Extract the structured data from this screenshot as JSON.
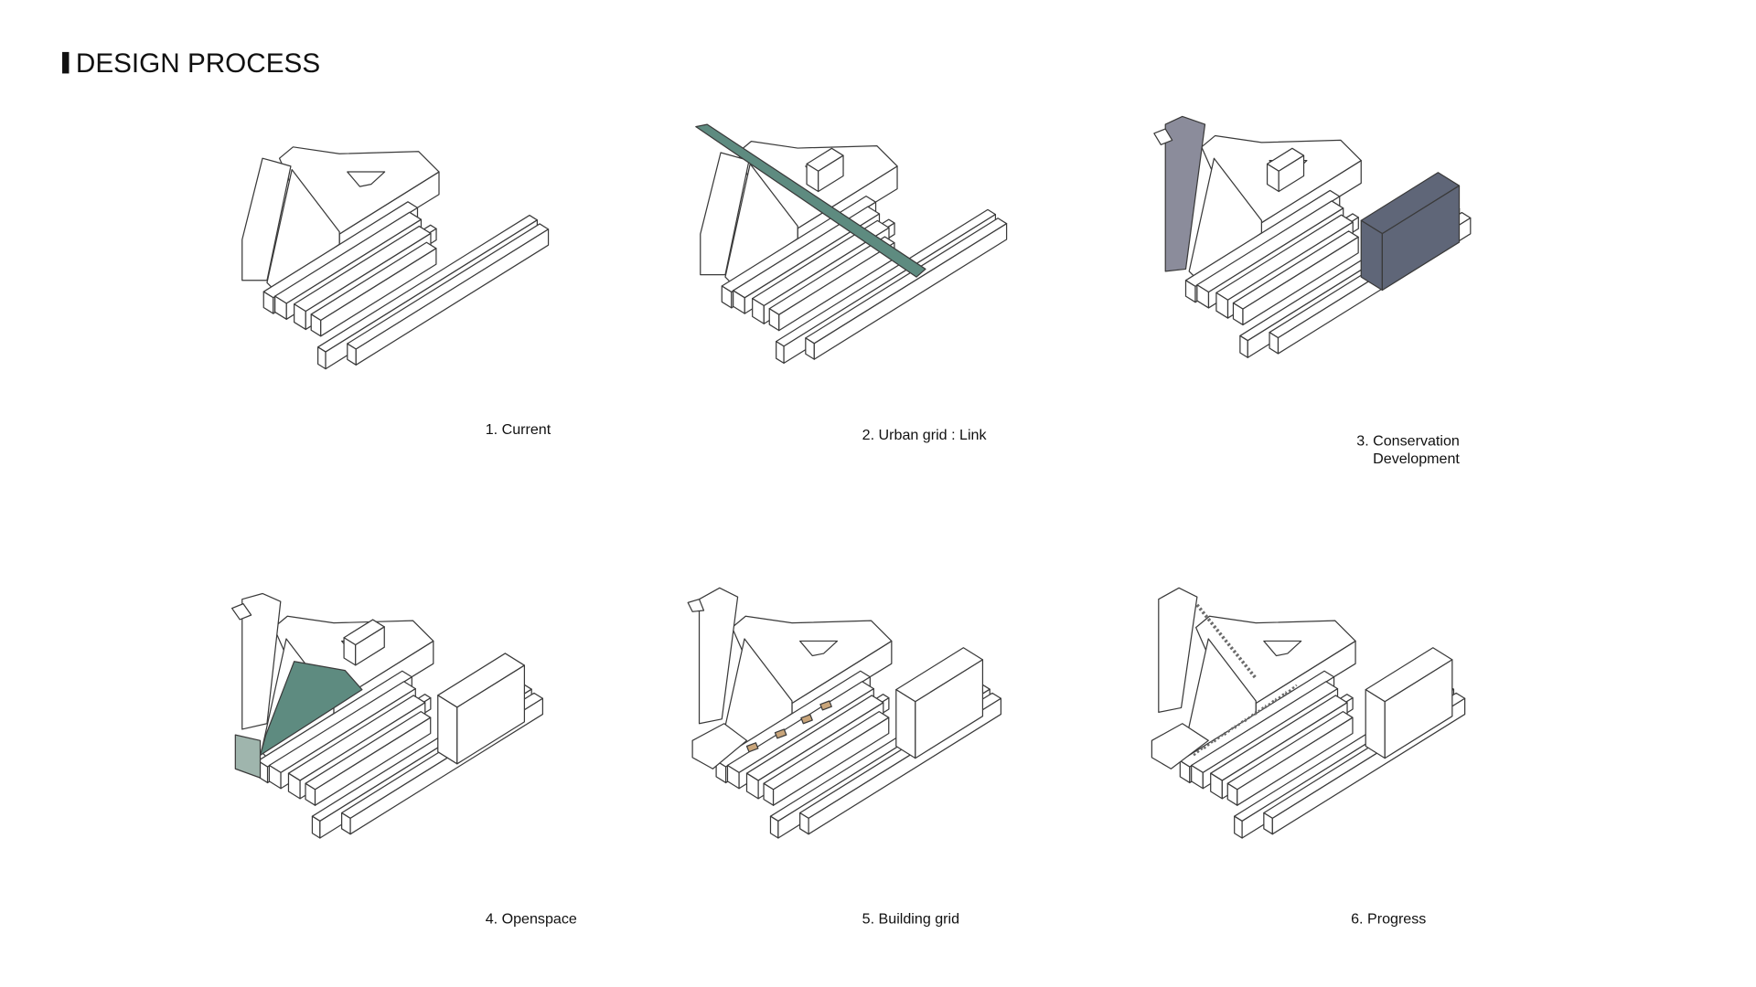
{
  "title": "DESIGN PROCESS",
  "colors": {
    "openspace": "#5e8b80",
    "openspace_light": "#9fb5ad",
    "conservation_slab": "#8b8c9b",
    "conservation_box": "#5f6678",
    "building_grid": "#c9a57a",
    "progress_hatch": "#6a6a6a"
  },
  "steps": [
    {
      "label": "1. Current"
    },
    {
      "label": "2. Urban grid : Link"
    },
    {
      "label_line1": "3. Conservation",
      "label_line2": "Development"
    },
    {
      "label": "4. Openspace"
    },
    {
      "label": "5. Building grid"
    },
    {
      "label": "6. Progress"
    }
  ]
}
